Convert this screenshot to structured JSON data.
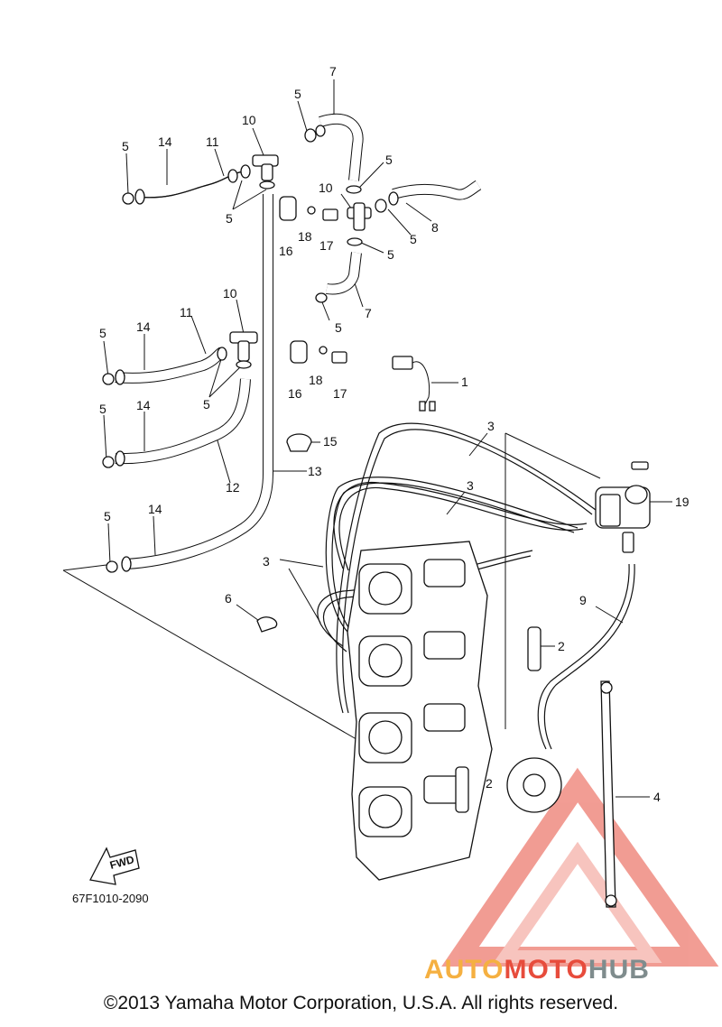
{
  "callouts": [
    {
      "id": "c1",
      "label": "1"
    },
    {
      "id": "c2a",
      "label": "2"
    },
    {
      "id": "c2b",
      "label": "2"
    },
    {
      "id": "c3a",
      "label": "3"
    },
    {
      "id": "c3b",
      "label": "3"
    },
    {
      "id": "c3c",
      "label": "3"
    },
    {
      "id": "c4",
      "label": "4"
    },
    {
      "id": "c5a",
      "label": "5"
    },
    {
      "id": "c5b",
      "label": "5"
    },
    {
      "id": "c5c",
      "label": "5"
    },
    {
      "id": "c5d",
      "label": "5"
    },
    {
      "id": "c5e",
      "label": "5"
    },
    {
      "id": "c5f",
      "label": "5"
    },
    {
      "id": "c5g",
      "label": "5"
    },
    {
      "id": "c5h",
      "label": "5"
    },
    {
      "id": "c5i",
      "label": "5"
    },
    {
      "id": "c5j",
      "label": "5"
    },
    {
      "id": "c5k",
      "label": "5"
    },
    {
      "id": "c6",
      "label": "6"
    },
    {
      "id": "c7a",
      "label": "7"
    },
    {
      "id": "c7b",
      "label": "7"
    },
    {
      "id": "c8",
      "label": "8"
    },
    {
      "id": "c9",
      "label": "9"
    },
    {
      "id": "c10a",
      "label": "10"
    },
    {
      "id": "c10b",
      "label": "10"
    },
    {
      "id": "c10c",
      "label": "10"
    },
    {
      "id": "c11a",
      "label": "11"
    },
    {
      "id": "c11b",
      "label": "11"
    },
    {
      "id": "c12",
      "label": "12"
    },
    {
      "id": "c13",
      "label": "13"
    },
    {
      "id": "c14a",
      "label": "14"
    },
    {
      "id": "c14b",
      "label": "14"
    },
    {
      "id": "c14c",
      "label": "14"
    },
    {
      "id": "c14d",
      "label": "14"
    },
    {
      "id": "c15",
      "label": "15"
    },
    {
      "id": "c16a",
      "label": "16"
    },
    {
      "id": "c16b",
      "label": "16"
    },
    {
      "id": "c17a",
      "label": "17"
    },
    {
      "id": "c17b",
      "label": "17"
    },
    {
      "id": "c18a",
      "label": "18"
    },
    {
      "id": "c18b",
      "label": "18"
    },
    {
      "id": "c19",
      "label": "19"
    }
  ],
  "fwd_label": "FWD",
  "part_number": "67F1010-2090",
  "copyright": "©2013 Yamaha Motor Corporation, U.S.A. All rights reserved.",
  "watermark": {
    "part1": "AUTO",
    "part2": "MOTO",
    "part3": "HUB"
  }
}
